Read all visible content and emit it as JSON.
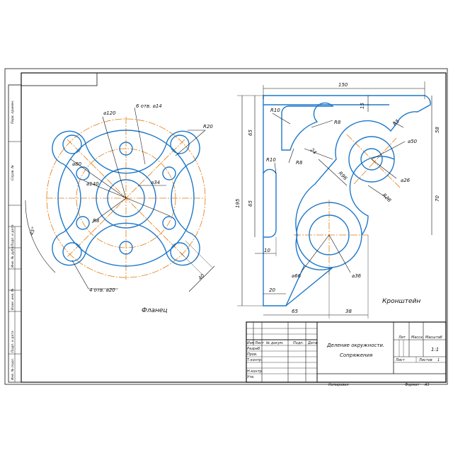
{
  "flange": {
    "title": "Фланец",
    "dims": {
      "d120": "⌀120",
      "holes6": "6 отв. ⌀14",
      "r20": "R20",
      "d80": "⌀80",
      "d140": "⌀140",
      "d34": "⌀34",
      "r8": "R8",
      "ang45": "45°",
      "holes4": "4 отв. ⌀20",
      "l40": "40"
    }
  },
  "bracket": {
    "title": "Кронштейн",
    "dims": {
      "w150": "150",
      "h15": "15",
      "h58": "58",
      "r10a": "R10",
      "r8a": "R8",
      "r5": "R5",
      "h65a": "65",
      "r10b": "R10",
      "r8b": "R8",
      "d24": "24",
      "r96": "R96",
      "d50": "⌀50",
      "d26": "⌀26",
      "h195": "195",
      "h65b": "65",
      "r28": "R28",
      "h70": "70",
      "w10": "10",
      "d66": "⌀66",
      "d36": "⌀36",
      "w20": "20",
      "w65": "65",
      "w38": "38"
    }
  },
  "title_block": {
    "name_line1": "Деление окружности.",
    "name_line2": "Сопряжения",
    "lit": "Лит",
    "mass": "Масса",
    "scale": "Масштаб",
    "scale_value": "1:1",
    "sheet": "Лист",
    "sheets": "Листов",
    "sheets_value": "1",
    "copied": "Копировал",
    "format": "Формат",
    "format_value": "А3",
    "rows": [
      "Изм",
      "Лист",
      "№ докум.",
      "Подп.",
      "Дата"
    ],
    "roles": [
      "Разраб.",
      "Пров.",
      "Т.контр.",
      "Н.контр.",
      "Утв."
    ]
  },
  "side_stamps": [
    "Перв. примен.",
    "Справ. №",
    "Подп. и дата",
    "Инв. № дубл.",
    "Взам. инв. №",
    "Подп. и дата",
    "Инв. № подл."
  ]
}
